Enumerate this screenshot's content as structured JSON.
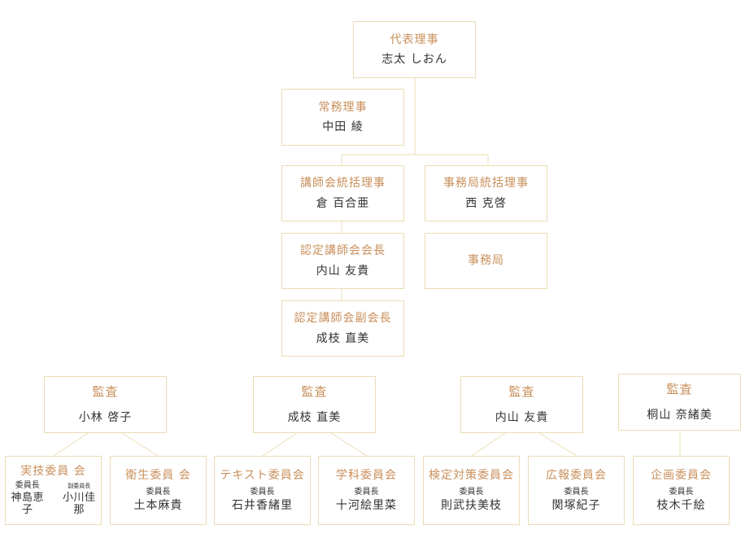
{
  "colors": {
    "accent": "#c98f5b",
    "border": "#eadcb4",
    "text": "#333333"
  },
  "nodes": {
    "representative": {
      "title": "代表理事",
      "name": "志太 しおん"
    },
    "managing": {
      "title": "常務理事",
      "name": "中田 綾"
    },
    "lecturer_head": {
      "title": "講師会統括理事",
      "name": "倉 百合亜"
    },
    "office_head": {
      "title": "事務局統括理事",
      "name": "西 克啓"
    },
    "cert_chair": {
      "title": "認定講師会会長",
      "name": "内山 友貴"
    },
    "office": {
      "title": "事務局"
    },
    "cert_vice": {
      "title": "認定講師会副会長",
      "name": "成枝 直美"
    },
    "auditors": [
      {
        "title": "監査",
        "name": "小林 啓子"
      },
      {
        "title": "監査",
        "name": "成枝 直美"
      },
      {
        "title": "監査",
        "name": "内山 友貴"
      },
      {
        "title": "監査",
        "name": "桐山 奈緒美"
      }
    ],
    "committees": [
      {
        "title": "実技委員 会",
        "role": "委員長",
        "name": "神島恵子",
        "role2": "副委員長",
        "name2": "小川佳那"
      },
      {
        "title": "衛生委員 会",
        "role": "委員長",
        "name": "土本麻貴"
      },
      {
        "title": "テキスト委員会",
        "role": "委員長",
        "name": "石井香緒里"
      },
      {
        "title": "学科委員会",
        "role": "委員長",
        "name": "十河絵里菜"
      },
      {
        "title": "検定対策委員会",
        "role": "委員長",
        "name": "則武扶美枝"
      },
      {
        "title": "広報委員会",
        "role": "委員長",
        "name": "関塚紀子"
      },
      {
        "title": "企画委員会",
        "role": "委員長",
        "name": "枝木千絵"
      }
    ]
  }
}
